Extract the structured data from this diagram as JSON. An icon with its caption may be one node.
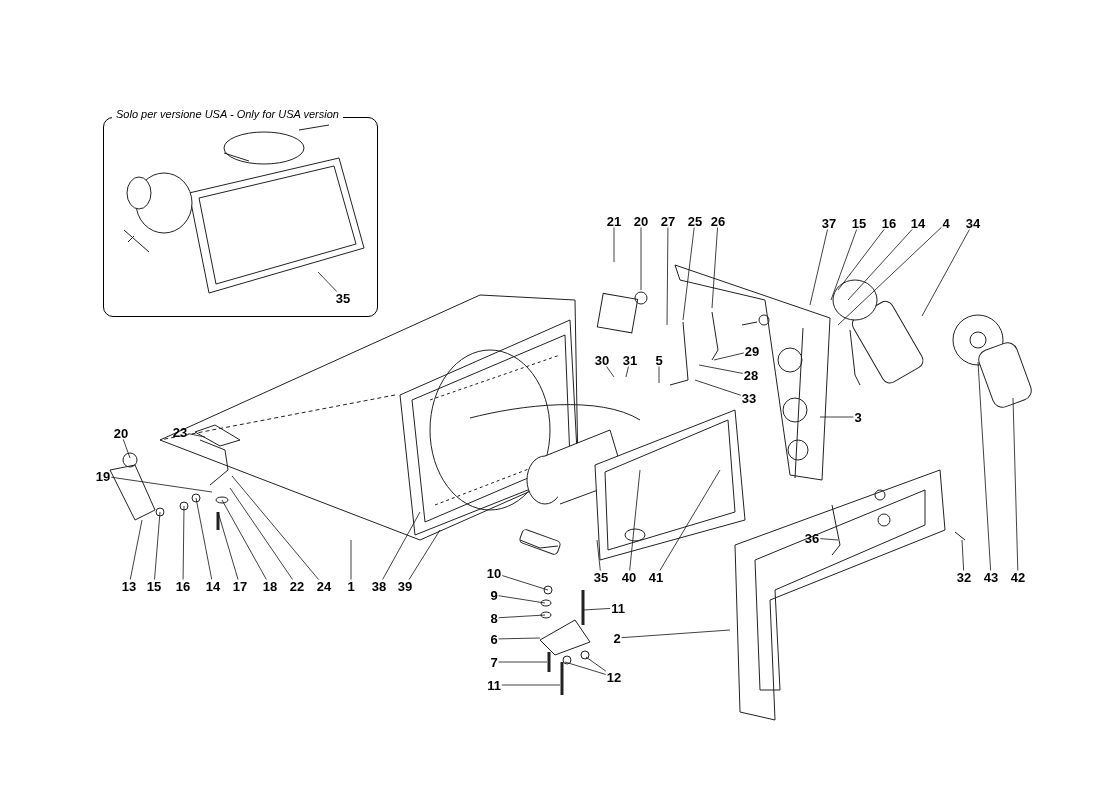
{
  "diagram": {
    "nodes": [
      {
        "text": [
          "Solo per versione USA - Only for USA version"
        ]
      },
      {
        "text": [
          "35"
        ],
        "in": 0
      },
      {
        "text": [
          "21"
        ]
      },
      {
        "text": [
          "20"
        ]
      },
      {
        "text": [
          "27"
        ]
      },
      {
        "text": [
          "25"
        ]
      },
      {
        "text": [
          "26"
        ]
      },
      {
        "text": [
          "37"
        ]
      },
      {
        "text": [
          "15"
        ]
      },
      {
        "text": [
          "16"
        ]
      },
      {
        "text": [
          "14"
        ]
      },
      {
        "text": [
          "4"
        ]
      },
      {
        "text": [
          "34"
        ]
      },
      {
        "text": [
          "30"
        ]
      },
      {
        "text": [
          "31"
        ]
      },
      {
        "text": [
          "5"
        ]
      },
      {
        "text": [
          "29"
        ]
      },
      {
        "text": [
          "28"
        ]
      },
      {
        "text": [
          "33"
        ]
      },
      {
        "text": [
          "3"
        ]
      },
      {
        "text": [
          "20"
        ]
      },
      {
        "text": [
          "23"
        ]
      },
      {
        "text": [
          "19"
        ]
      },
      {
        "text": [
          "36"
        ]
      },
      {
        "text": [
          "13"
        ]
      },
      {
        "text": [
          "15"
        ]
      },
      {
        "text": [
          "16"
        ]
      },
      {
        "text": [
          "14"
        ]
      },
      {
        "text": [
          "17"
        ]
      },
      {
        "text": [
          "18"
        ]
      },
      {
        "text": [
          "22"
        ]
      },
      {
        "text": [
          "24"
        ]
      },
      {
        "text": [
          "1"
        ]
      },
      {
        "text": [
          "38"
        ]
      },
      {
        "text": [
          "39"
        ]
      },
      {
        "text": [
          "32"
        ]
      },
      {
        "text": [
          "43"
        ]
      },
      {
        "text": [
          "42"
        ]
      },
      {
        "text": [
          "10"
        ]
      },
      {
        "text": [
          "35"
        ]
      },
      {
        "text": [
          "40"
        ]
      },
      {
        "text": [
          "41"
        ]
      },
      {
        "text": [
          "9"
        ]
      },
      {
        "text": [
          "11"
        ]
      },
      {
        "text": [
          "8"
        ]
      },
      {
        "text": [
          "2"
        ]
      },
      {
        "text": [
          "6"
        ]
      },
      {
        "text": [
          "7"
        ]
      },
      {
        "text": [
          "12"
        ]
      },
      {
        "text": [
          "11"
        ]
      }
    ],
    "edges": [
      {
        "from": 1,
        "to": null,
        "arrow": "none"
      },
      {
        "from": 2,
        "to": null,
        "arrow": "none"
      },
      {
        "from": 3,
        "to": null,
        "arrow": "none"
      },
      {
        "from": 4,
        "to": null,
        "arrow": "none"
      },
      {
        "from": 5,
        "to": null,
        "arrow": "none"
      },
      {
        "from": 6,
        "to": null,
        "arrow": "none"
      },
      {
        "from": 7,
        "to": null,
        "arrow": "none"
      },
      {
        "from": 8,
        "to": null,
        "arrow": "none"
      },
      {
        "from": 9,
        "to": null,
        "arrow": "none"
      },
      {
        "from": 10,
        "to": null,
        "arrow": "none"
      },
      {
        "from": 11,
        "to": null,
        "arrow": "none"
      },
      {
        "from": 12,
        "to": null,
        "arrow": "none"
      },
      {
        "from": 13,
        "to": null,
        "arrow": "none"
      },
      {
        "from": 14,
        "to": null,
        "arrow": "none"
      },
      {
        "from": 15,
        "to": null,
        "arrow": "none"
      },
      {
        "from": 16,
        "to": null,
        "arrow": "none"
      },
      {
        "from": 17,
        "to": null,
        "arrow": "none"
      },
      {
        "from": 18,
        "to": null,
        "arrow": "none"
      },
      {
        "from": 19,
        "to": null,
        "arrow": "none"
      },
      {
        "from": 20,
        "to": null,
        "arrow": "none"
      },
      {
        "from": 21,
        "to": null,
        "arrow": "none"
      },
      {
        "from": 22,
        "to": null,
        "arrow": "none"
      },
      {
        "from": 23,
        "to": null,
        "arrow": "none"
      },
      {
        "from": 24,
        "to": null,
        "arrow": "none"
      },
      {
        "from": 25,
        "to": null,
        "arrow": "none"
      },
      {
        "from": 26,
        "to": null,
        "arrow": "none"
      },
      {
        "from": 27,
        "to": null,
        "arrow": "none"
      },
      {
        "from": 28,
        "to": null,
        "arrow": "none"
      },
      {
        "from": 29,
        "to": null,
        "arrow": "none"
      },
      {
        "from": 30,
        "to": null,
        "arrow": "none"
      },
      {
        "from": 31,
        "to": null,
        "arrow": "none"
      },
      {
        "from": 32,
        "to": null,
        "arrow": "none"
      },
      {
        "from": 33,
        "to": null,
        "arrow": "none"
      },
      {
        "from": 34,
        "to": null,
        "arrow": "none"
      },
      {
        "from": 35,
        "to": null,
        "arrow": "none"
      },
      {
        "from": 36,
        "to": null,
        "arrow": "none"
      },
      {
        "from": 37,
        "to": null,
        "arrow": "none"
      },
      {
        "from": 38,
        "to": null,
        "arrow": "none"
      },
      {
        "from": 39,
        "to": null,
        "arrow": "none"
      },
      {
        "from": 40,
        "to": null,
        "arrow": "none"
      },
      {
        "from": 41,
        "to": null,
        "arrow": "none"
      },
      {
        "from": 42,
        "to": null,
        "arrow": "none"
      },
      {
        "from": 43,
        "to": null,
        "arrow": "none"
      },
      {
        "from": 44,
        "to": null,
        "arrow": "none"
      },
      {
        "from": 45,
        "to": null,
        "arrow": "none"
      },
      {
        "from": 46,
        "to": null,
        "arrow": "none"
      },
      {
        "from": 47,
        "to": null,
        "arrow": "none"
      },
      {
        "from": 48,
        "to": null,
        "arrow": "none"
      },
      {
        "from": 49,
        "to": null,
        "arrow": "none"
      },
      {
        "from": 48,
        "to": null,
        "arrow": "none"
      }
    ]
  }
}
